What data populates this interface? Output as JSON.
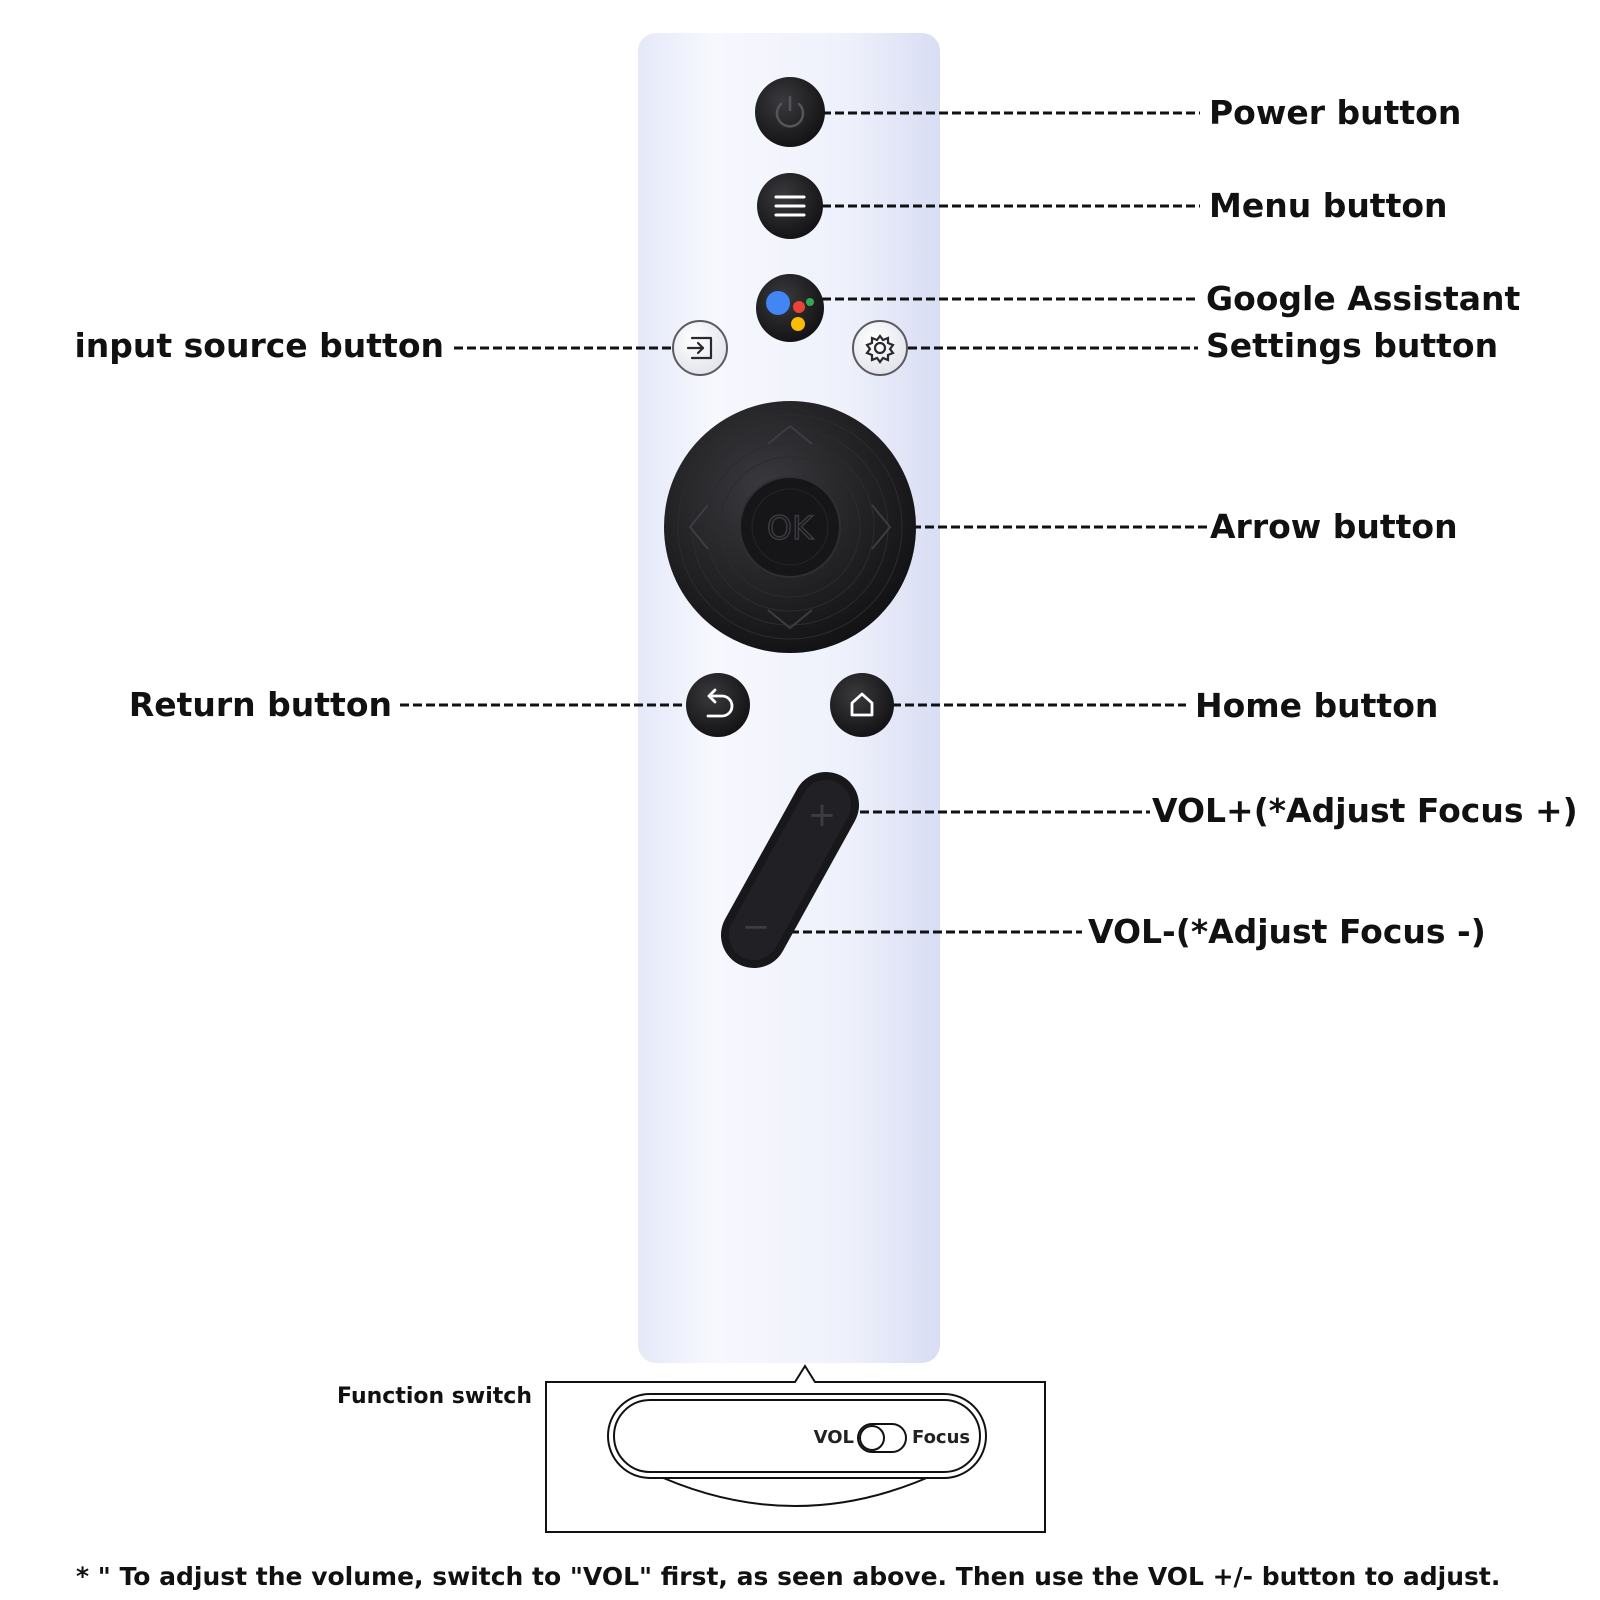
{
  "labels": {
    "power": "Power button",
    "menu": "Menu button",
    "google_assistant": "Google Assistant",
    "settings": "Settings button",
    "input_source": "input source button",
    "arrow": "Arrow button",
    "return": "Return button",
    "home": "Home button",
    "vol_plus": "VOL+(*Adjust Focus +)",
    "vol_minus": "VOL-(*Adjust Focus -)",
    "function_switch": "Function switch"
  },
  "remote": {
    "ok_label": "OK",
    "vol_plus_symbol": "+",
    "vol_minus_symbol": "−"
  },
  "switch": {
    "left_label": "VOL",
    "right_label": "Focus"
  },
  "footnote": "* \" To adjust the volume, switch to \"VOL\" first, as seen above. Then use the VOL +/- button to adjust.",
  "colors": {
    "remote_body": "#eef0fb",
    "button_dark": "#1d1d1f",
    "leader_line": "#111111",
    "google_blue": "#4285f4",
    "google_red": "#ea4335",
    "google_yellow": "#fbbc05",
    "google_green": "#34a853"
  }
}
